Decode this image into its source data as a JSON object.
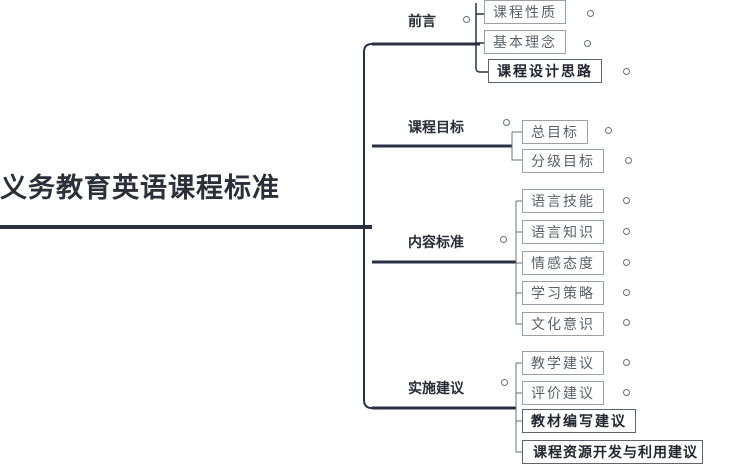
{
  "root": {
    "title": "义务教育英语课程标准"
  },
  "branches": [
    {
      "label": "前言",
      "leaves": [
        {
          "label": "课程性质",
          "bold": false
        },
        {
          "label": "基本理念",
          "bold": false
        },
        {
          "label": "课程设计思路",
          "bold": true
        }
      ]
    },
    {
      "label": "课程目标",
      "leaves": [
        {
          "label": "总目标",
          "bold": false
        },
        {
          "label": "分级目标",
          "bold": false
        }
      ]
    },
    {
      "label": "内容标准",
      "leaves": [
        {
          "label": "语言技能",
          "bold": false
        },
        {
          "label": "语言知识",
          "bold": false
        },
        {
          "label": "情感态度",
          "bold": false
        },
        {
          "label": "学习策略",
          "bold": false
        },
        {
          "label": "文化意识",
          "bold": false
        }
      ]
    },
    {
      "label": "实施建议",
      "leaves": [
        {
          "label": "教学建议",
          "bold": false
        },
        {
          "label": "评价建议",
          "bold": false
        },
        {
          "label": "教材编写建议",
          "bold": true
        },
        {
          "label": "课程资源开发与利用建议",
          "bold": true
        }
      ]
    }
  ],
  "colors": {
    "line_dark": "#2b3040",
    "line_light": "#6b7079",
    "text": "#2a2d36"
  }
}
